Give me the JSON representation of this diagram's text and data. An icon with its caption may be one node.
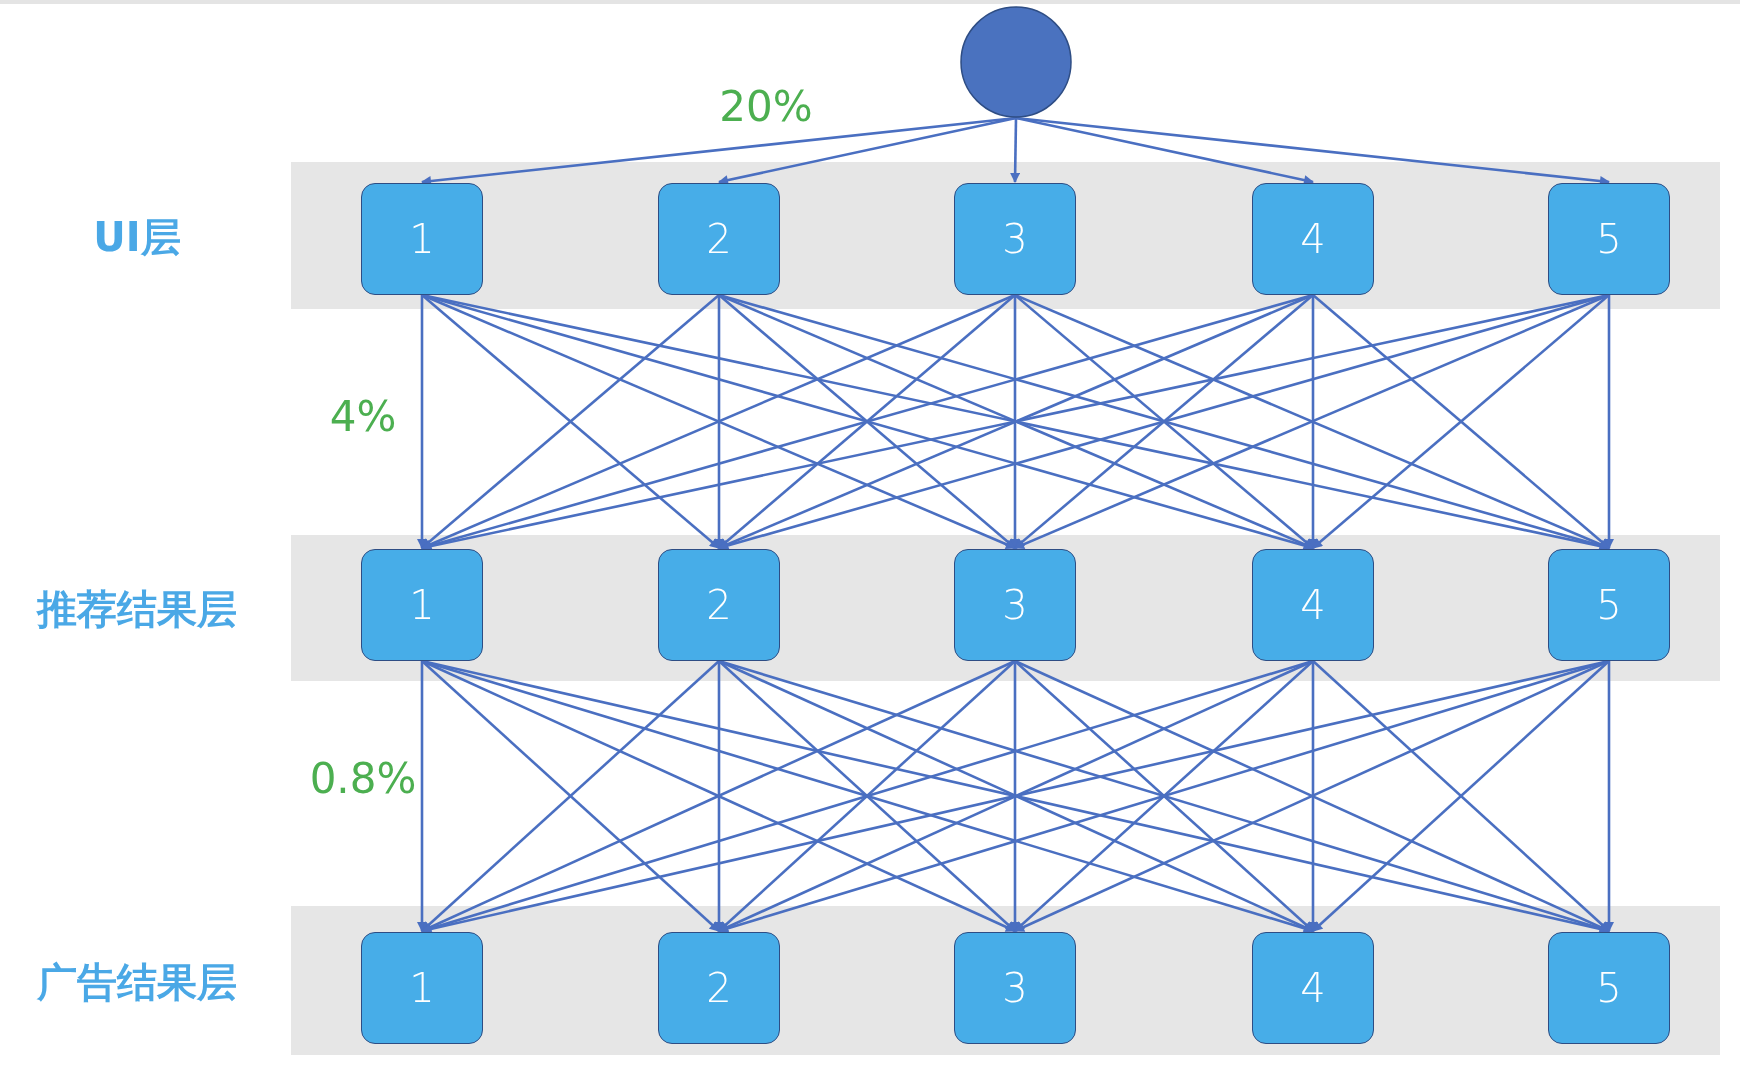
{
  "diagram": {
    "nodes": [
      {
        "text": [],
        "shape": "circle"
      },
      {
        "text": [
          "UI层"
        ]
      },
      {
        "text": [
          "1"
        ],
        "in": 1
      },
      {
        "text": [
          "2"
        ],
        "in": 1
      },
      {
        "text": [
          "3"
        ],
        "in": 1
      },
      {
        "text": [
          "4"
        ],
        "in": 1
      },
      {
        "text": [
          "5"
        ],
        "in": 1
      },
      {
        "text": [
          "推荐结果层"
        ]
      },
      {
        "text": [
          "1"
        ],
        "in": 7
      },
      {
        "text": [
          "2"
        ],
        "in": 7
      },
      {
        "text": [
          "3"
        ],
        "in": 7
      },
      {
        "text": [
          "4"
        ],
        "in": 7
      },
      {
        "text": [
          "5"
        ],
        "in": 7
      },
      {
        "text": [
          "广告结果层"
        ]
      },
      {
        "text": [
          "1"
        ],
        "in": 13
      },
      {
        "text": [
          "2"
        ],
        "in": 13
      },
      {
        "text": [
          "3"
        ],
        "in": 13
      },
      {
        "text": [
          "4"
        ],
        "in": 13
      },
      {
        "text": [
          "5"
        ],
        "in": 13
      }
    ],
    "edges": [
      {
        "from": 0,
        "to": 2,
        "arrow": "to"
      },
      {
        "from": 0,
        "to": 3,
        "arrow": "to"
      },
      {
        "from": 0,
        "to": 4,
        "arrow": "to"
      },
      {
        "from": 0,
        "to": 5,
        "arrow": "to"
      },
      {
        "from": 0,
        "to": 6,
        "arrow": "to"
      },
      {
        "from": 2,
        "to": 8,
        "arrow": "to"
      },
      {
        "from": 2,
        "to": 9,
        "arrow": "to"
      },
      {
        "from": 2,
        "to": 10,
        "arrow": "to"
      },
      {
        "from": 2,
        "to": 11,
        "arrow": "to"
      },
      {
        "from": 2,
        "to": 12,
        "arrow": "to"
      },
      {
        "from": 3,
        "to": 8,
        "arrow": "to"
      },
      {
        "from": 3,
        "to": 9,
        "arrow": "to"
      },
      {
        "from": 3,
        "to": 10,
        "arrow": "to"
      },
      {
        "from": 3,
        "to": 11,
        "arrow": "to"
      },
      {
        "from": 3,
        "to": 12,
        "arrow": "to"
      },
      {
        "from": 4,
        "to": 8,
        "arrow": "to"
      },
      {
        "from": 4,
        "to": 9,
        "arrow": "to"
      },
      {
        "from": 4,
        "to": 10,
        "arrow": "to"
      },
      {
        "from": 4,
        "to": 11,
        "arrow": "to"
      },
      {
        "from": 4,
        "to": 12,
        "arrow": "to"
      },
      {
        "from": 5,
        "to": 8,
        "arrow": "to"
      },
      {
        "from": 5,
        "to": 9,
        "arrow": "to"
      },
      {
        "from": 5,
        "to": 10,
        "arrow": "to"
      },
      {
        "from": 5,
        "to": 11,
        "arrow": "to"
      },
      {
        "from": 5,
        "to": 12,
        "arrow": "to"
      },
      {
        "from": 6,
        "to": 8,
        "arrow": "to"
      },
      {
        "from": 6,
        "to": 9,
        "arrow": "to"
      },
      {
        "from": 6,
        "to": 10,
        "arrow": "to"
      },
      {
        "from": 6,
        "to": 11,
        "arrow": "to"
      },
      {
        "from": 6,
        "to": 12,
        "arrow": "to"
      },
      {
        "from": 8,
        "to": 14,
        "arrow": "to"
      },
      {
        "from": 8,
        "to": 15,
        "arrow": "to"
      },
      {
        "from": 8,
        "to": 16,
        "arrow": "to"
      },
      {
        "from": 8,
        "to": 17,
        "arrow": "to"
      },
      {
        "from": 8,
        "to": 18,
        "arrow": "to"
      },
      {
        "from": 9,
        "to": 14,
        "arrow": "to"
      },
      {
        "from": 9,
        "to": 15,
        "arrow": "to"
      },
      {
        "from": 9,
        "to": 16,
        "arrow": "to"
      },
      {
        "from": 9,
        "to": 17,
        "arrow": "to"
      },
      {
        "from": 9,
        "to": 18,
        "arrow": "to"
      },
      {
        "from": 10,
        "to": 14,
        "arrow": "to"
      },
      {
        "from": 10,
        "to": 15,
        "arrow": "to"
      },
      {
        "from": 10,
        "to": 16,
        "arrow": "to"
      },
      {
        "from": 10,
        "to": 17,
        "arrow": "to"
      },
      {
        "from": 10,
        "to": 18,
        "arrow": "to"
      },
      {
        "from": 11,
        "to": 14,
        "arrow": "to"
      },
      {
        "from": 11,
        "to": 15,
        "arrow": "to"
      },
      {
        "from": 11,
        "to": 16,
        "arrow": "to"
      },
      {
        "from": 11,
        "to": 17,
        "arrow": "to"
      },
      {
        "from": 11,
        "to": 18,
        "arrow": "to"
      },
      {
        "from": 12,
        "to": 14,
        "arrow": "to"
      },
      {
        "from": 12,
        "to": 15,
        "arrow": "to"
      },
      {
        "from": 12,
        "to": 16,
        "arrow": "to"
      },
      {
        "from": 12,
        "to": 17,
        "arrow": "to"
      },
      {
        "from": 12,
        "to": 18,
        "arrow": "to"
      }
    ],
    "labels": [
      "20%",
      "4%",
      "0.8%"
    ]
  }
}
